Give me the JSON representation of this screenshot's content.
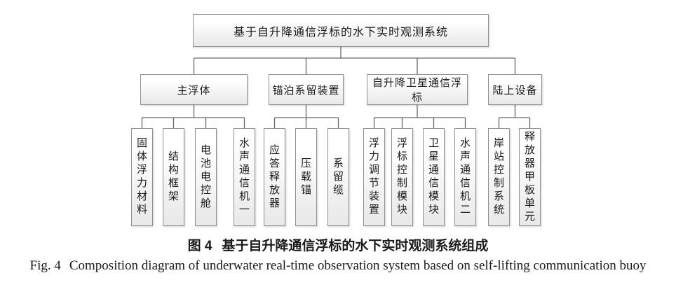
{
  "colors": {
    "bg": "#ffffff",
    "box-border": "#8f8f8f",
    "box-fill-top": "#ffffff",
    "box-fill-bottom": "#e9e9e9",
    "line": "#666666",
    "text": "#1a1a1a"
  },
  "tree": {
    "root": "基于自升降通信浮标的水下实时观测系统",
    "branches": [
      {
        "label": "主浮体",
        "children": [
          "固体浮力材料",
          "结构框架",
          "电池电控舱",
          "水声通信机一"
        ]
      },
      {
        "label": "锚泊系留装置",
        "children": [
          "应答释放器",
          "压载锚",
          "系留缆"
        ]
      },
      {
        "label": "自升降卫星通信浮标",
        "children": [
          "浮力调节装置",
          "浮标控制模块",
          "卫星通信模块",
          "水声通信机二"
        ]
      },
      {
        "label": "陆上设备",
        "children": [
          "岸站控制系统",
          "释放器甲板单元"
        ]
      }
    ]
  },
  "caption": {
    "zh_tag": "图 4",
    "zh_text": "基于自升降通信浮标的水下实时观测系统组成",
    "en_tag": "Fig. 4",
    "en_text": "Composition diagram of underwater real-time observation system based on self-lifting communication buoy"
  }
}
